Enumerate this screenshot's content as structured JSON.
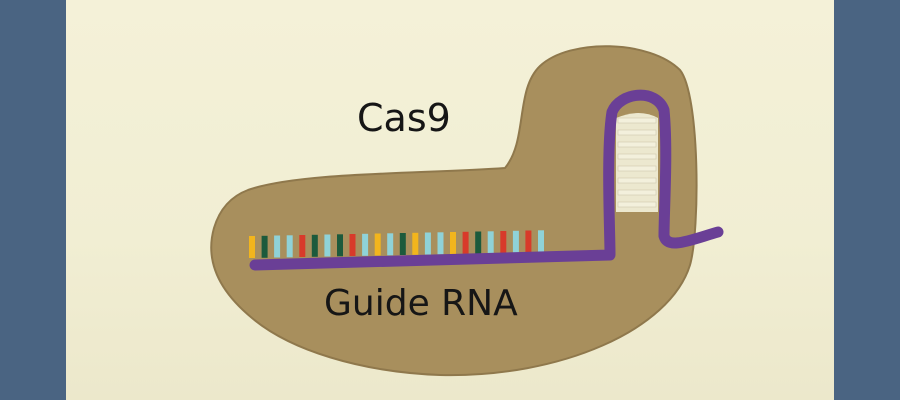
{
  "labels": {
    "protein": "Cas9",
    "rna": "Guide RNA"
  },
  "colors": {
    "background_panel": "#4a6482",
    "paper": "#f2efd5",
    "cas9_body": "#a88f5d",
    "rna_strand": "#6a3f96",
    "hairpin_rungs": "#f3f0dc",
    "bases": [
      "#f2b51d",
      "#1c5a3c",
      "#8fd2d8",
      "#d83a2a"
    ]
  },
  "guide_sequence": [
    "yellow",
    "green",
    "cyan",
    "cyan",
    "red",
    "green",
    "cyan",
    "green",
    "red",
    "cyan",
    "yellow",
    "cyan",
    "green",
    "yellow",
    "cyan",
    "cyan",
    "yellow",
    "red",
    "green",
    "cyan",
    "red",
    "cyan",
    "red",
    "cyan"
  ],
  "hairpin_rung_count": 8
}
